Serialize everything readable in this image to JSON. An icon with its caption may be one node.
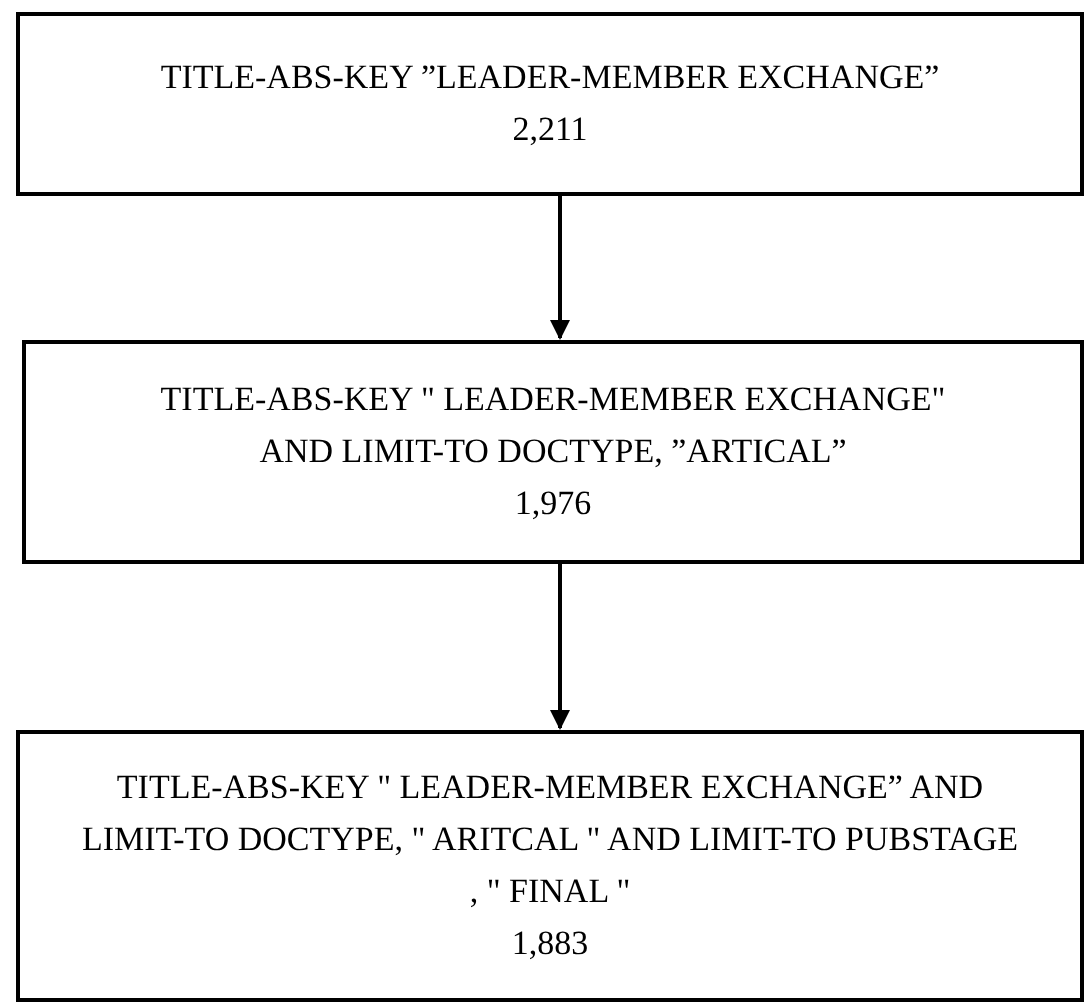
{
  "diagram": {
    "nodes": [
      {
        "text": [
          "TITLE-ABS-KEY ”LEADER-MEMBER EXCHANGE”",
          "2,211"
        ]
      },
      {
        "text": [
          "TITLE-ABS-KEY \" LEADER-MEMBER EXCHANGE\" AND LIMIT-TO DOCTYPE, ”ARTICAL”",
          "1,976"
        ]
      },
      {
        "text": [
          "TITLE-ABS-KEY \" LEADER-MEMBER EXCHANGE” AND LIMIT-TO DOCTYPE, \" ARITCAL \" AND LIMIT-TO PUBSTAGE , \" FINAL \"",
          "1,883"
        ]
      }
    ],
    "edges": [
      {
        "from": 0,
        "to": 1,
        "arrow": "to"
      },
      {
        "from": 1,
        "to": 2,
        "arrow": "to"
      }
    ]
  }
}
